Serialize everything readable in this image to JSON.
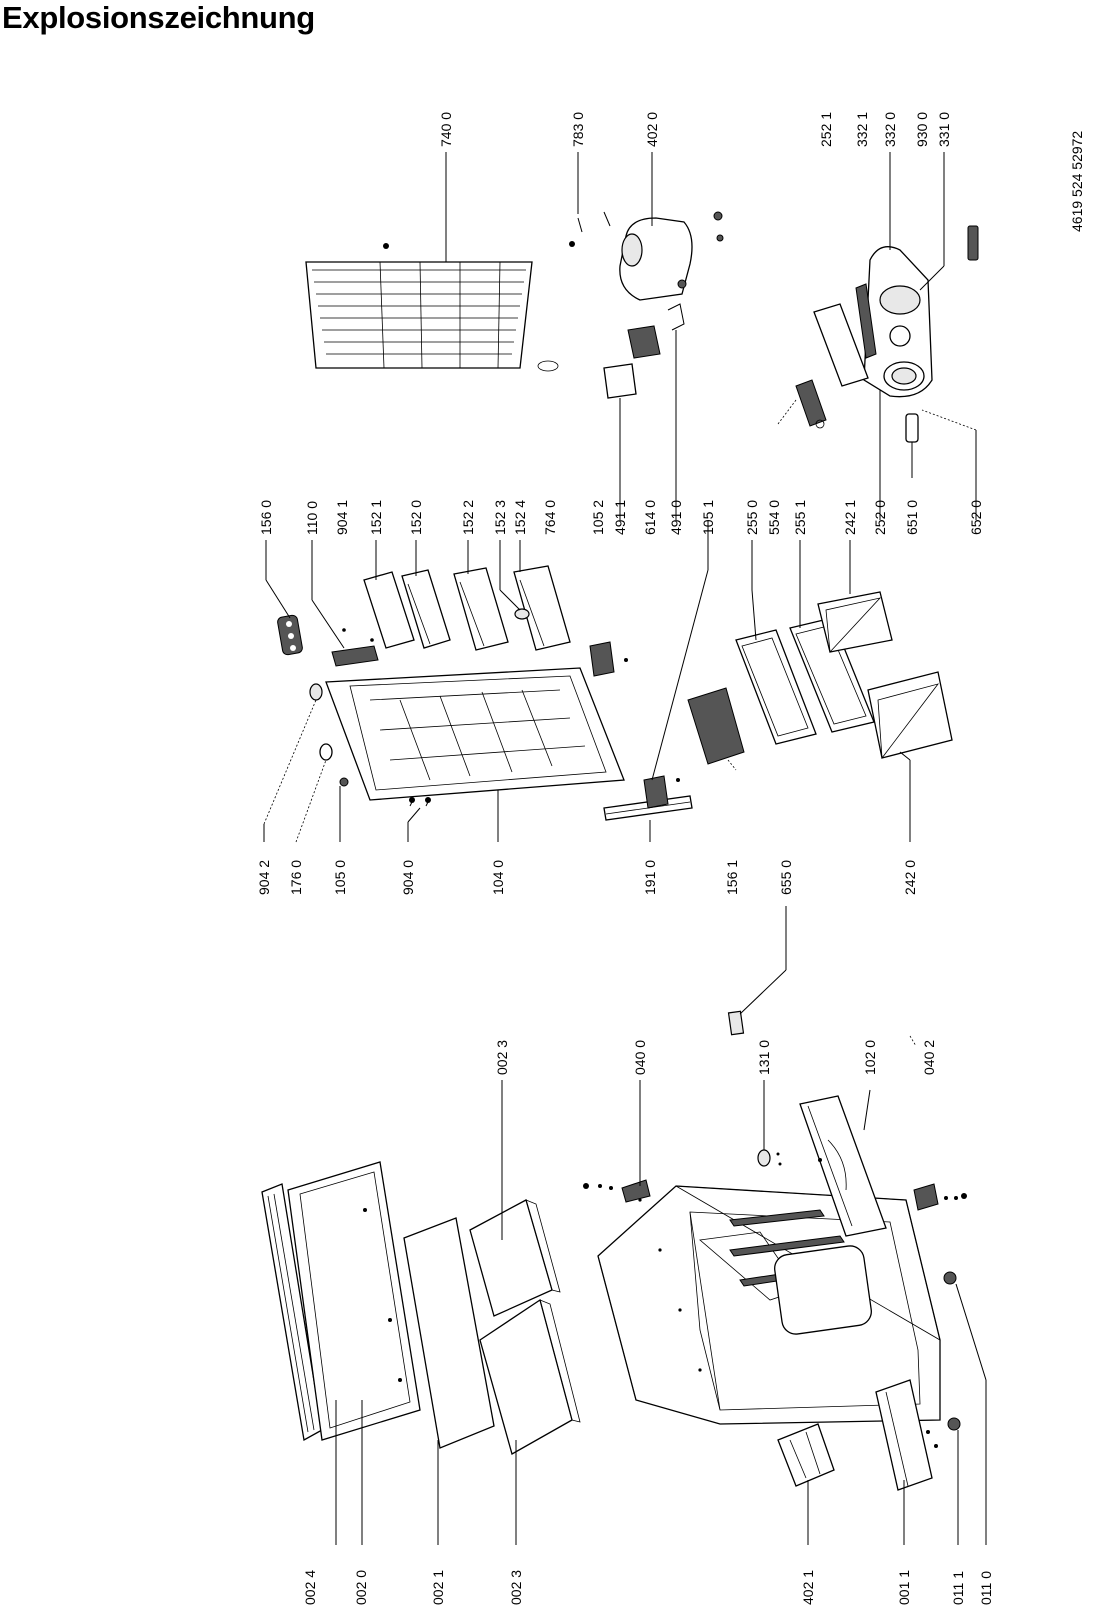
{
  "title": "Explosionszeichnung",
  "doc_number": "4619 524 52972",
  "labels": {
    "l0024": "002 4",
    "l0020": "002 0",
    "l0021": "002 1",
    "l0023b": "002 3",
    "l4021": "402 1",
    "l0011": "001 1",
    "l0111": "011 1",
    "l0110": "011 0",
    "l0023a": "002 3",
    "l0400": "040 0",
    "l1310": "131 0",
    "l1020": "102 0",
    "l0402": "040 2",
    "l9042": "904 2",
    "l1760": "176 0",
    "l1050": "105 0",
    "l9040": "904 0",
    "l1040": "104 0",
    "l1910": "191 0",
    "l1561": "156 1",
    "l6550": "655 0",
    "l2420": "242 0",
    "l1560": "156 0",
    "l1100": "110 0",
    "l9041": "904 1",
    "l1521": "152 1",
    "l1520": "152 0",
    "l1522": "152 2",
    "l1523": "152 3",
    "l1524": "152 4",
    "l7640": "764 0",
    "l1052": "105 2",
    "l4911": "491 1",
    "l6140": "614 0",
    "l4910": "491 0",
    "l1051": "105 1",
    "l2550": "255 0",
    "l5540": "554 0",
    "l2551": "255 1",
    "l2421": "242 1",
    "l2520": "252 0",
    "l6510": "651 0",
    "l6520": "652 0",
    "l7400": "740 0",
    "l7830": "783 0",
    "l4020": "402 0",
    "l2521": "252 1",
    "l3321": "332 1",
    "l3320": "332 0",
    "l9300": "930 0",
    "l3310": "331 0"
  }
}
